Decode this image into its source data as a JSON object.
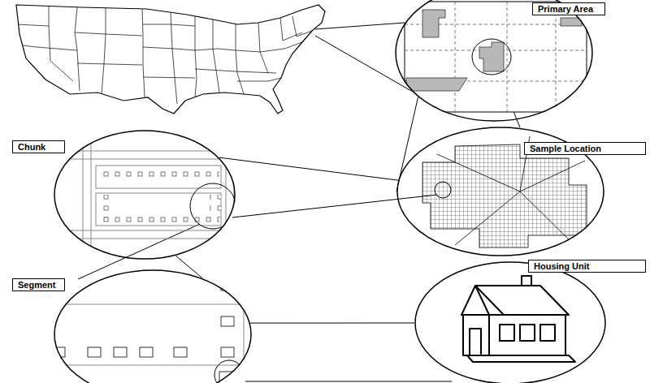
{
  "diagram": {
    "nodes": [
      {
        "text": [
          "Primary Area"
        ]
      },
      {
        "text": [
          "Chunk"
        ]
      },
      {
        "text": [
          "Sample Location"
        ]
      },
      {
        "text": [
          "Segment"
        ]
      },
      {
        "text": [
          "Housing Unit"
        ]
      }
    ],
    "edges": [
      {
        "from": 0,
        "to": 2,
        "arrow": "none"
      },
      {
        "from": 2,
        "to": 1,
        "arrow": "none"
      },
      {
        "from": 1,
        "to": 3,
        "arrow": "none"
      },
      {
        "from": 3,
        "to": 4,
        "arrow": "none"
      }
    ]
  }
}
